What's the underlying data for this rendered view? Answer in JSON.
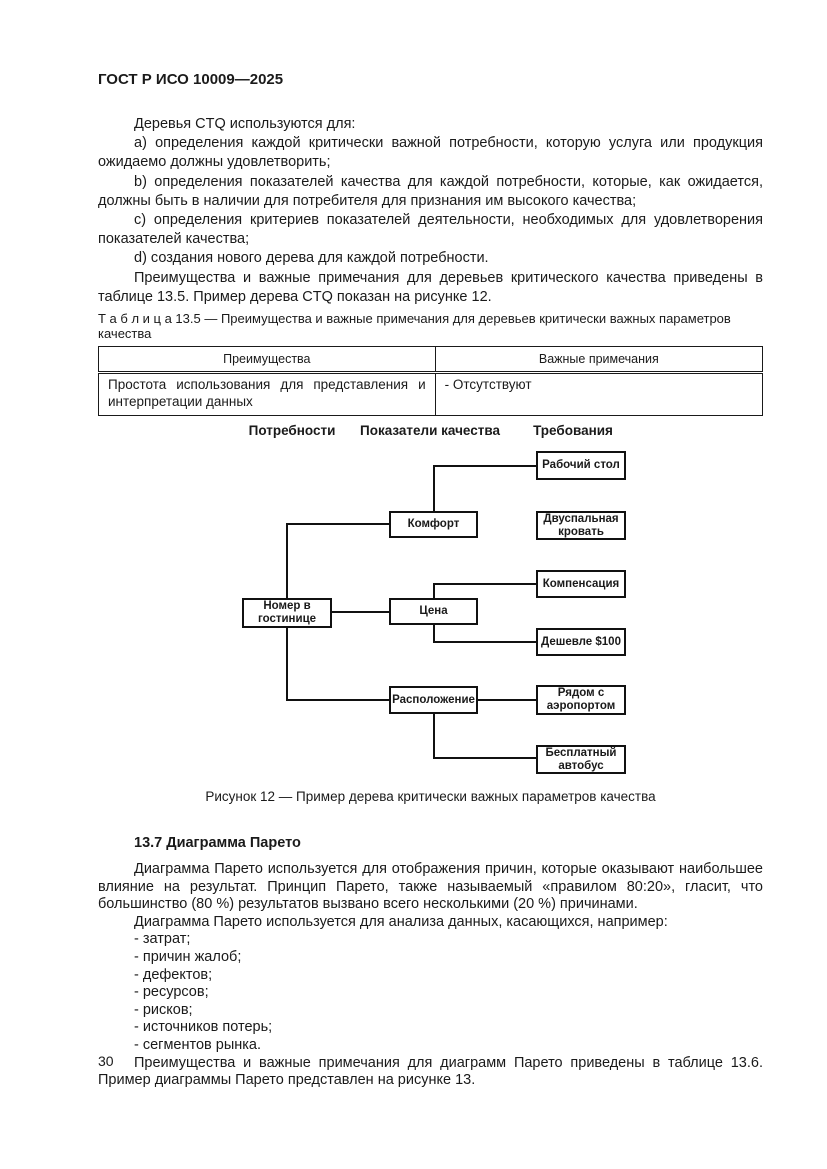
{
  "page": {
    "doc_code": "ГОСТ Р ИСО 10009—2025",
    "number": "30"
  },
  "intro": {
    "paragraphs": [
      "Деревья CTQ используются для:",
      "a) определения каждой критически важной потребности, которую услуга или продукция ожидаемо должны удовлетворить;",
      "b) определения показателей качества для каждой потребности, которые, как ожидается, должны быть в наличии для потребителя для признания им высокого качества;",
      "c) определения критериев показателей деятельности, необходимых для удовлетворения показателей качества;",
      "d) создания нового дерева для каждой потребности.",
      "Преимущества и важные примечания для деревьев критического качества приведены в таблице 13.5. Пример дерева CTQ показан на рисунке 12."
    ]
  },
  "table": {
    "caption": "Т а б л и ц а  13.5 — Преимущества и важные примечания для деревьев критически важных параметров качества",
    "headers": [
      "Преимущества",
      "Важные примечания"
    ],
    "row": {
      "advantage": "Простота использования для представления и интерпретации данных",
      "note": "- Отсутствуют"
    }
  },
  "figure": {
    "column_headers": [
      "Потребности",
      "Показатели качества",
      "Требования"
    ],
    "nodes": {
      "root": "Номер в гостинице",
      "komfort": "Комфорт",
      "tsena": "Цена",
      "raspolozhenie": "Расположение",
      "rabochiy_stol": "Рабочий стол",
      "dvuspalnaya_krovat": "Двуспальная кровать",
      "kompensatsiya": "Компенсация",
      "deshevle": "Дешевле $100",
      "ryadom_s_aeroportom": "Рядом с аэропортом",
      "besplatnyy_avtobus": "Бесплатный автобус"
    },
    "caption": "Рисунок 12 — Пример дерева критически важных параметров качества"
  },
  "pareto": {
    "heading": "13.7 Диаграмма Парето",
    "p1": "Диаграмма Парето используется для отображения причин, которые оказывают наибольшее влияние на результат. Принцип Парето, также называемый «правилом 80:20», гласит, что большинство (80 %) результатов вызвано всего несколькими (20 %) причинами.",
    "p2": "Диаграмма Парето используется для анализа данных, касающихся, например:",
    "bullets": [
      "- затрат;",
      "- причин жалоб;",
      "- дефектов;",
      "- ресурсов;",
      "- рисков;",
      "- источников потерь;",
      "- сегментов рынка."
    ],
    "p3": "Преимущества и важные примечания для диаграмм Парето приведены в таблице 13.6. Пример диаграммы Парето представлен на рисунке 13."
  }
}
